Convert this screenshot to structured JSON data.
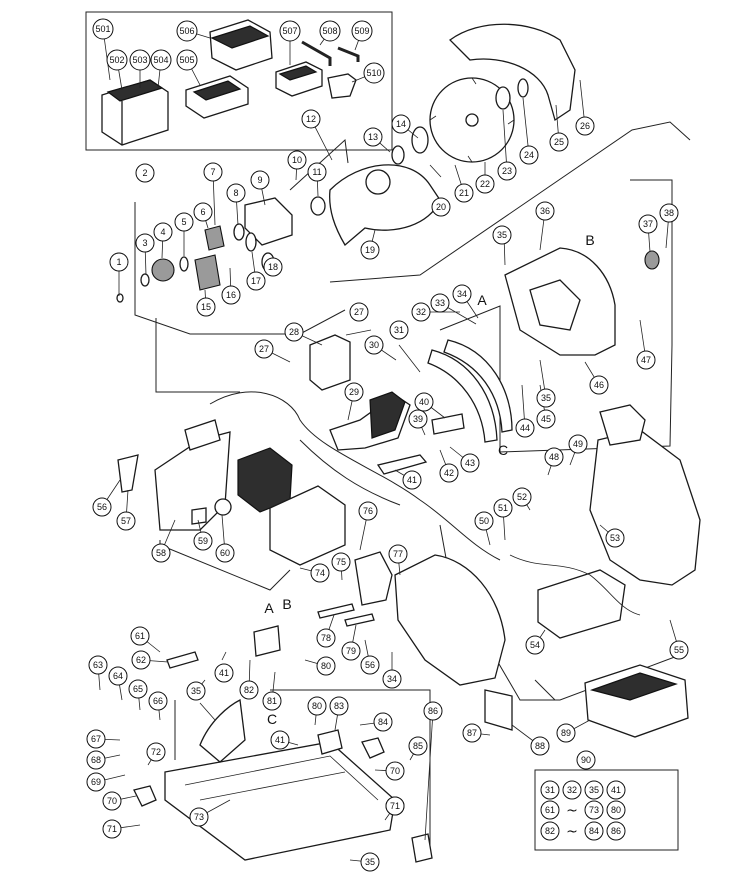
{
  "parts": [
    "1",
    "2",
    "3",
    "4",
    "5",
    "6",
    "7",
    "8",
    "9",
    "10",
    "11",
    "12",
    "13",
    "14",
    "15",
    "16",
    "17",
    "18",
    "19",
    "20",
    "21",
    "22",
    "23",
    "24",
    "25",
    "26",
    "27",
    "28",
    "29",
    "30",
    "31",
    "32",
    "33",
    "34",
    "35",
    "36",
    "37",
    "38",
    "39",
    "40",
    "41",
    "42",
    "43",
    "44",
    "45",
    "46",
    "47",
    "48",
    "49",
    "50",
    "51",
    "52",
    "53",
    "54",
    "55",
    "56",
    "57",
    "58",
    "59",
    "60",
    "61",
    "62",
    "63",
    "64",
    "65",
    "66",
    "67",
    "68",
    "69",
    "70",
    "71",
    "72",
    "73",
    "74",
    "75",
    "76",
    "77",
    "78",
    "79",
    "80",
    "81",
    "82",
    "83",
    "84",
    "85",
    "86",
    "87",
    "88",
    "89",
    "90",
    "501",
    "502",
    "503",
    "504",
    "505",
    "506",
    "507",
    "508",
    "509",
    "510"
  ],
  "letters": [
    "A",
    "B",
    "C"
  ],
  "kit_90": {
    "label": "90",
    "row1": [
      "31",
      "32",
      "35",
      "41"
    ],
    "row2_from": "61",
    "row2_to": "73",
    "row2_last": "80",
    "row3_from": "82",
    "row3_to": "84",
    "row3_last": "86",
    "range_symbol": "~"
  }
}
